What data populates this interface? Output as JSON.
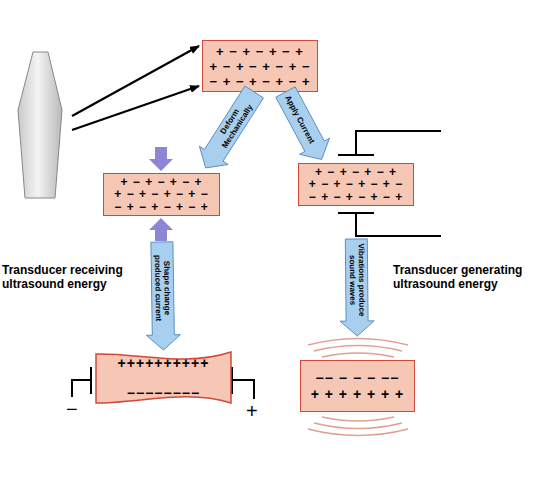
{
  "diagram": {
    "nodes": [
      {
        "text": [
          "+ − + − + − +",
          "+ − + − + − + −",
          "− + − + − + − +"
        ]
      },
      {
        "text": [
          "+ − + − + − +",
          "+ − + − + − + −",
          "− + − + − + − +"
        ]
      },
      {
        "text": [
          "+ − + − + − +",
          "+ − + − + − + −",
          "− + − + − + − +"
        ]
      },
      {
        "text": [
          "++++++++++",
          "−−−−−−−−"
        ]
      },
      {
        "text": [
          "−− − − − −−",
          "+ + + + + + +"
        ]
      }
    ],
    "edges": [
      {
        "from": 0,
        "to": 1,
        "arrow": "to",
        "label": "Deform Mechanically"
      },
      {
        "from": 0,
        "to": 2,
        "arrow": "to",
        "label": "Apply Current"
      },
      {
        "from": 1,
        "to": 3,
        "arrow": "to",
        "label": "Shape change produced current"
      },
      {
        "from": 2,
        "to": 4,
        "arrow": "to",
        "label": "Vibrations produce sound waves"
      }
    ],
    "labels": [
      "Transducer receiving ultrasound energy",
      "Transducer generating ultrasound energy",
      "−",
      "+"
    ]
  }
}
